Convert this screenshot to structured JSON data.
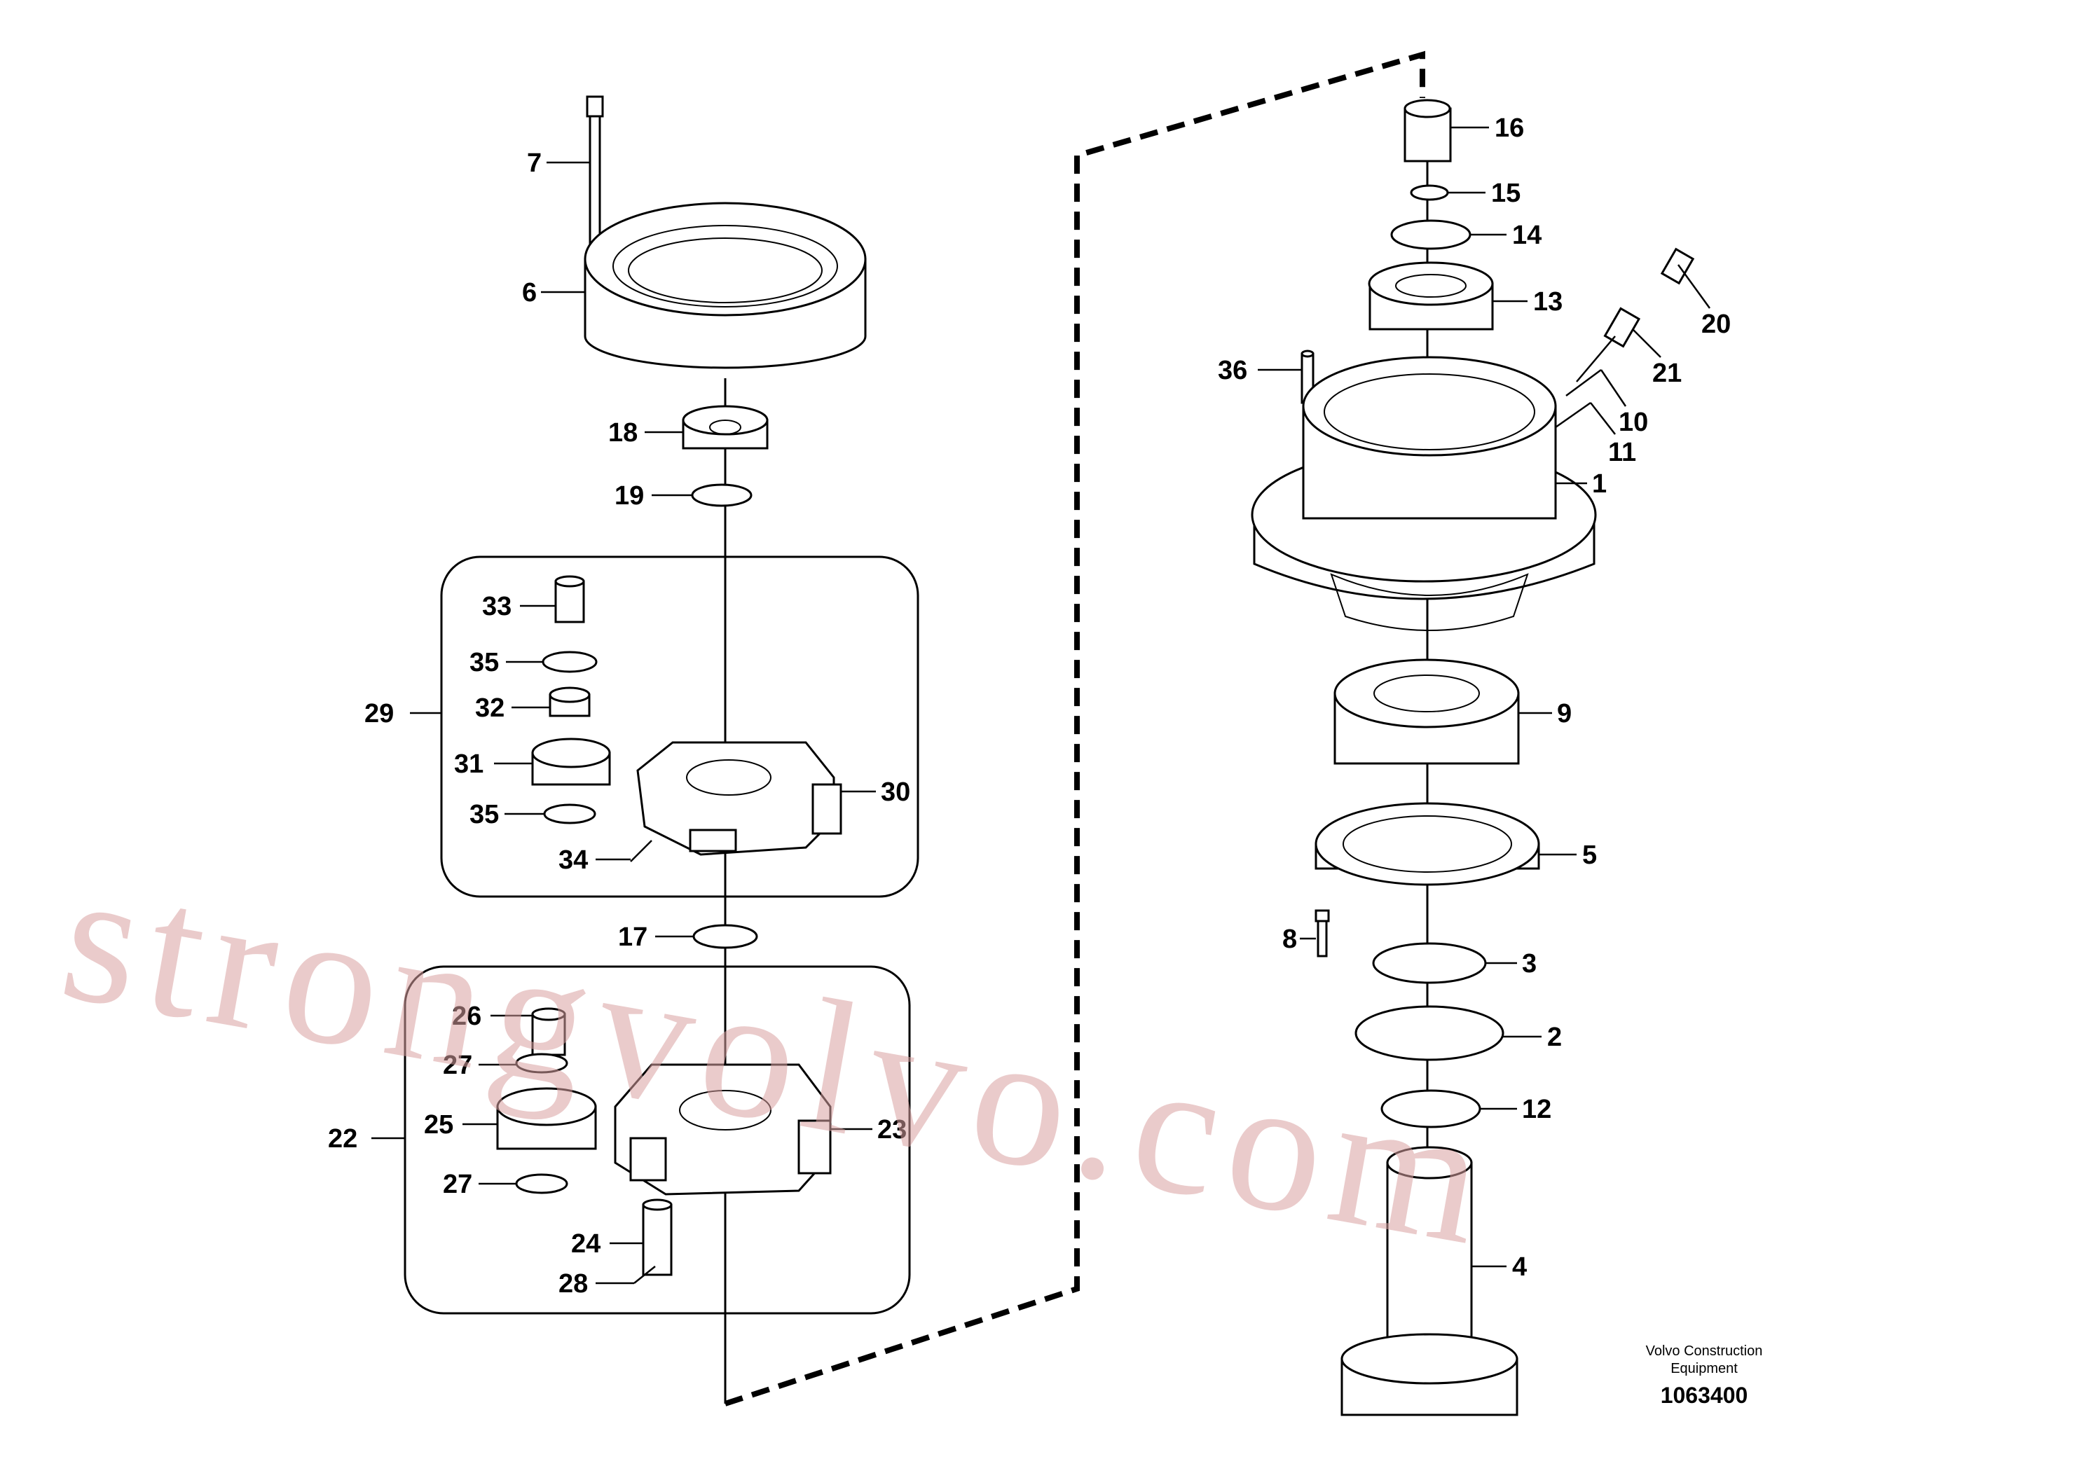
{
  "watermark": "strongvolvo.com",
  "caption": {
    "line1": "Volvo Construction",
    "line2": "Equipment",
    "number": "1063400"
  },
  "labels": {
    "l1": "1",
    "l2": "2",
    "l3": "3",
    "l4": "4",
    "l5": "5",
    "l6": "6",
    "l7": "7",
    "l8": "8",
    "l9": "9",
    "l10": "10",
    "l11": "11",
    "l12": "12",
    "l13": "13",
    "l14": "14",
    "l15": "15",
    "l16": "16",
    "l17": "17",
    "l18": "18",
    "l19": "19",
    "l20": "20",
    "l21": "21",
    "l22": "22",
    "l23": "23",
    "l24": "24",
    "l25": "25",
    "l26": "26",
    "l27a": "27",
    "l27b": "27",
    "l28": "28",
    "l29": "29",
    "l30": "30",
    "l31": "31",
    "l32": "32",
    "l33": "33",
    "l34": "34",
    "l35a": "35",
    "l35b": "35",
    "l36": "36"
  }
}
